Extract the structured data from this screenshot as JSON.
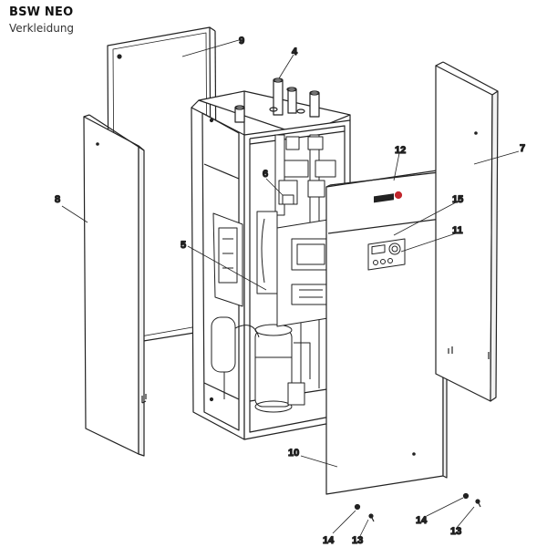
{
  "header": {
    "title": "BSW NEO",
    "subtitle": "Verkleidung"
  },
  "brand_color": "#c1272d",
  "callouts": {
    "c4": "4",
    "c5": "5",
    "c6": "6",
    "c7": "7",
    "c8": "8",
    "c9": "9",
    "c10": "10",
    "c11": "11",
    "c12": "12",
    "c13a": "13",
    "c13b": "13",
    "c14a": "14",
    "c14b": "14",
    "c15": "15"
  }
}
